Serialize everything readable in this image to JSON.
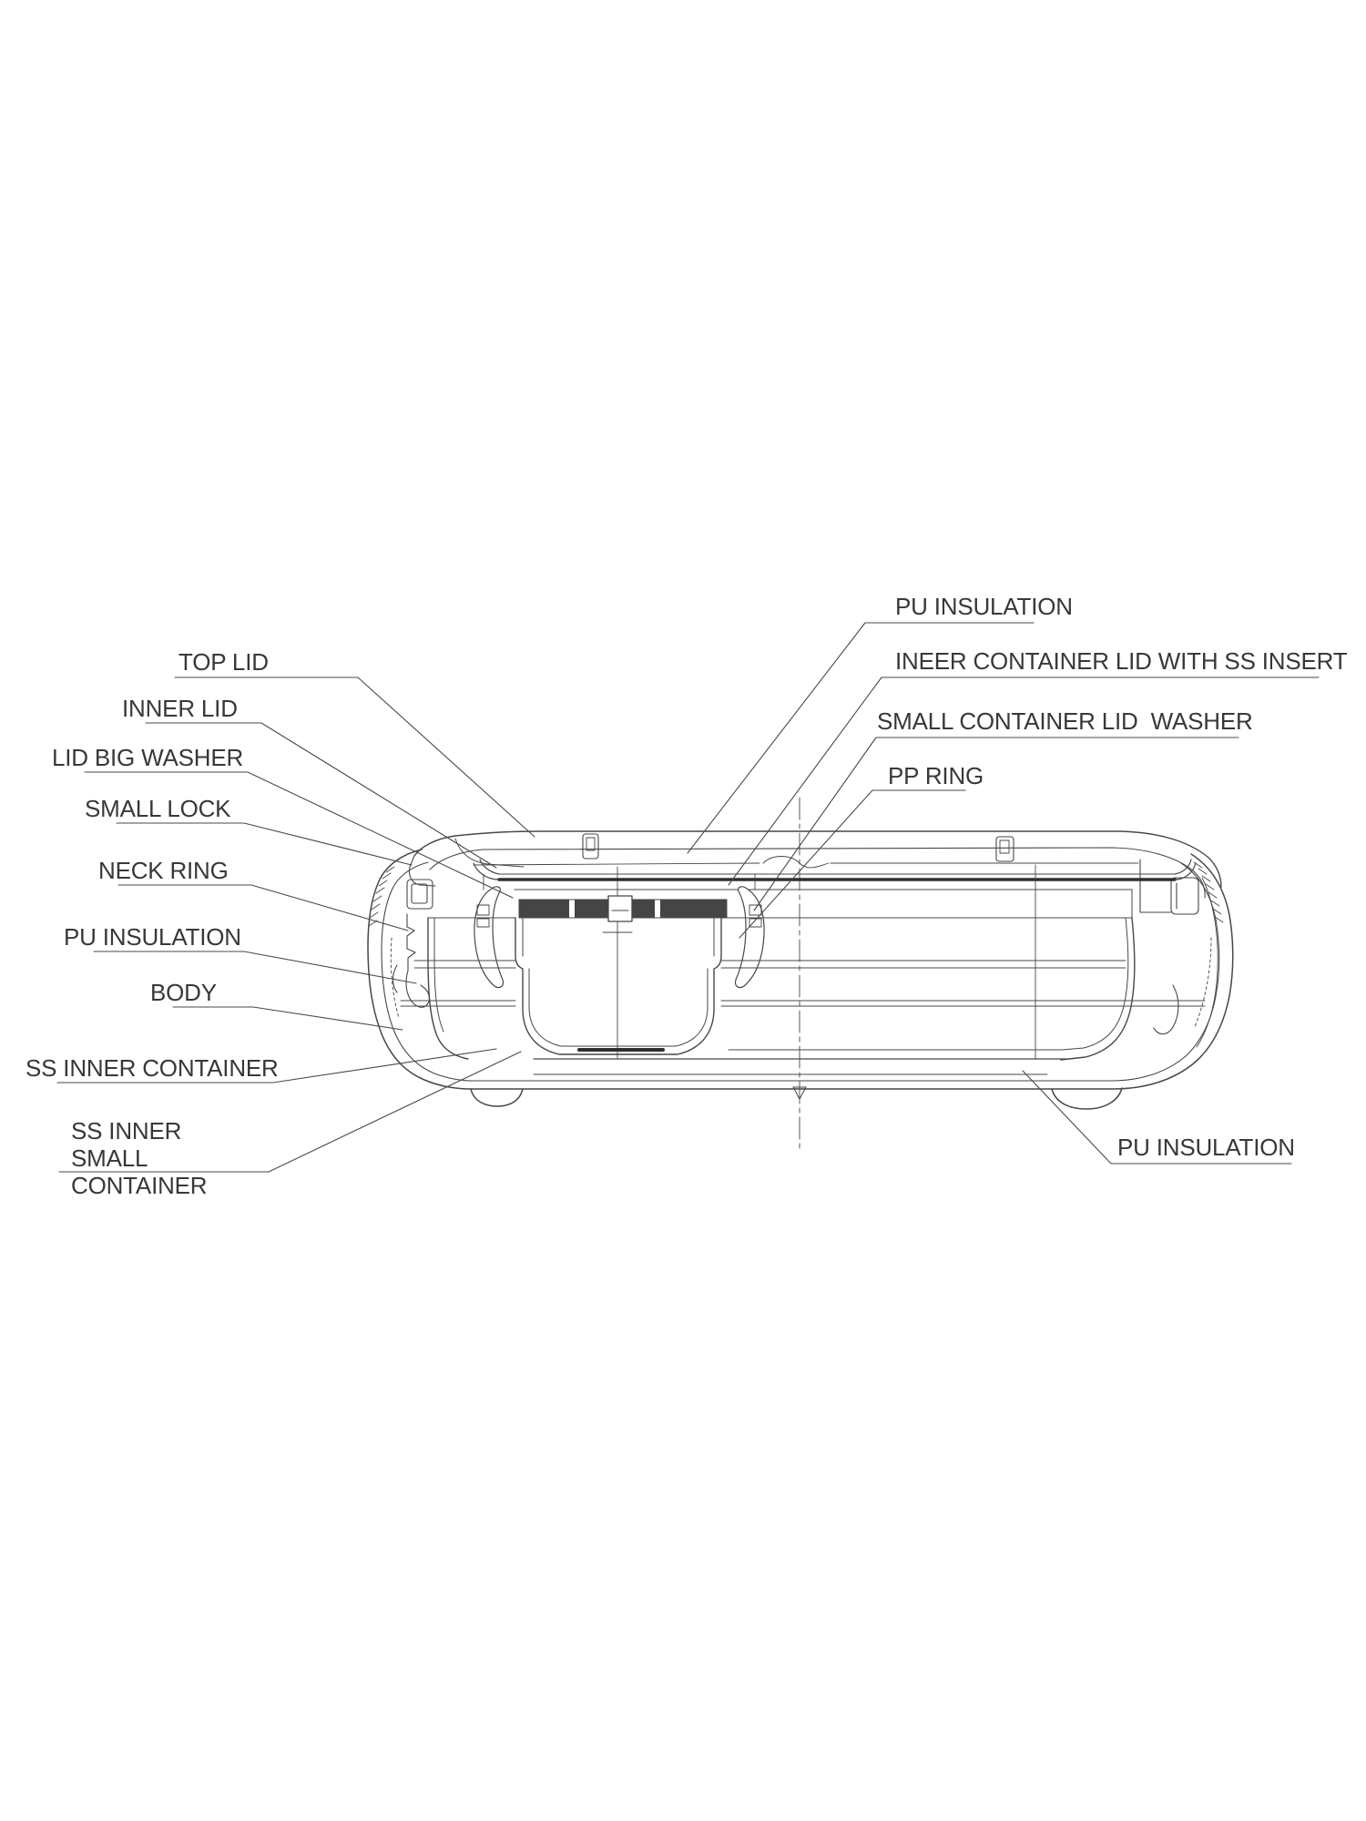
{
  "page": {
    "background_color": "#ffffff",
    "line_color": "#474747",
    "text_color": "#383838"
  },
  "diagram": {
    "type": "technical-cross-section",
    "subject": "insulated food container (hot case) sectional view with part callouts",
    "labels": [
      {
        "id": "top-lid",
        "text": "TOP LID",
        "side": "left"
      },
      {
        "id": "inner-lid",
        "text": "INNER LID",
        "side": "left"
      },
      {
        "id": "lid-big-washer",
        "text": "LID BIG WASHER",
        "side": "left"
      },
      {
        "id": "small-lock",
        "text": "SMALL LOCK",
        "side": "left"
      },
      {
        "id": "neck-ring",
        "text": "NECK RING",
        "side": "left"
      },
      {
        "id": "pu-insulation-left",
        "text": "PU INSULATION",
        "side": "left"
      },
      {
        "id": "body",
        "text": "BODY",
        "side": "left"
      },
      {
        "id": "ss-inner-container",
        "text": "SS INNER CONTAINER",
        "side": "left"
      },
      {
        "id": "ss-inner-small-container",
        "text": "SS INNER SMALL CONTAINER",
        "side": "left"
      },
      {
        "id": "pu-insulation-top-right",
        "text": "PU INSULATION",
        "side": "right"
      },
      {
        "id": "ineer-container-lid",
        "text": "INEER CONTAINER LID WITH SS INSERT",
        "side": "right"
      },
      {
        "id": "small-container-lid-washer",
        "text": "SMALL CONTAINER LID  WASHER",
        "side": "right"
      },
      {
        "id": "pp-ring",
        "text": "PP RING",
        "side": "right"
      },
      {
        "id": "pu-insulation-bottom-right",
        "text": "PU INSULATION",
        "side": "right"
      }
    ]
  }
}
